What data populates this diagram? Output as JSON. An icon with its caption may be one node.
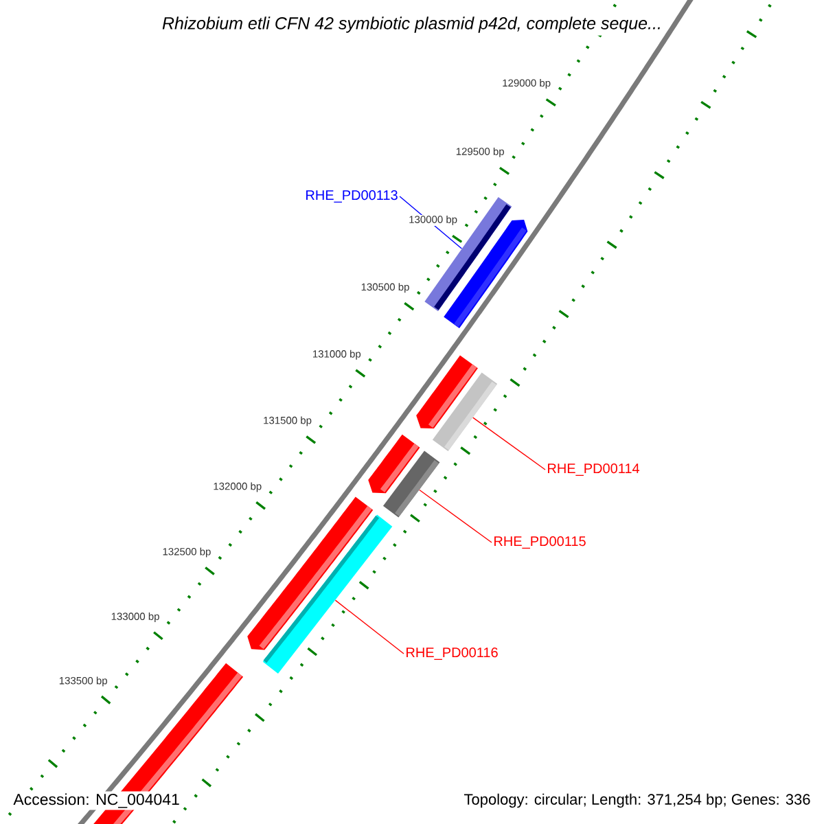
{
  "diagram": {
    "title": "Rhizobium etli CFN 42 symbiotic plasmid p42d, complete seque...",
    "nodes": [
      {
        "text": [
          "RHE_PD00113"
        ]
      },
      {
        "text": [
          "RHE_PD00114"
        ]
      },
      {
        "text": [
          "RHE_PD00115"
        ]
      },
      {
        "text": [
          "RHE_PD00116"
        ]
      },
      {
        "text": [],
        "shape": "bar"
      },
      {
        "text": [],
        "shape": "bar"
      },
      {
        "text": [],
        "shape": "bar"
      },
      {
        "text": [],
        "shape": "bar"
      }
    ],
    "edges": [
      {
        "from": 0,
        "to": 4,
        "arrow": "none",
        "color": "#0000ff"
      },
      {
        "from": 1,
        "to": 5,
        "arrow": "none"
      },
      {
        "from": 2,
        "to": 6,
        "arrow": "none"
      },
      {
        "from": 3,
        "to": 7,
        "arrow": "none"
      }
    ],
    "labels": [
      "129000 bp",
      "129500 bp",
      "130000 bp",
      "130500 bp",
      "131000 bp",
      "131500 bp",
      "132000 bp",
      "132500 bp",
      "133000 bp",
      "133500 bp",
      "Accession: NC_004041",
      "Topology: circular; Length: 371,254 bp; Genes: 336"
    ]
  }
}
